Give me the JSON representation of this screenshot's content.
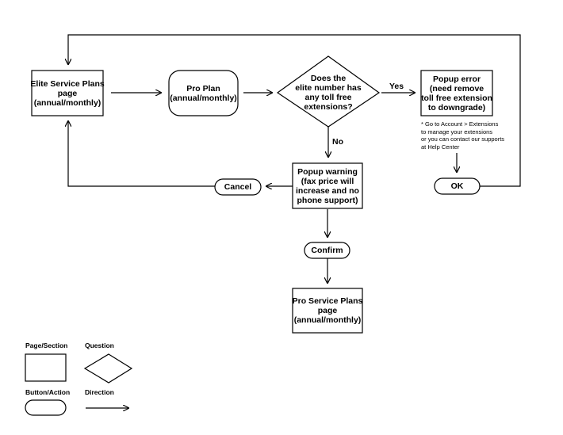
{
  "nodes": {
    "elite_page": [
      "Elite Service Plans",
      "page",
      "(annual/monthly)"
    ],
    "pro_plan": [
      "Pro Plan",
      "(annual/monthly)"
    ],
    "question": [
      "Does the",
      "elite number has",
      "any toll free",
      "extensions?"
    ],
    "popup_error": [
      "Popup error",
      "(need remove",
      "toll free extension",
      "to downgrade)"
    ],
    "popup_warning": [
      "Popup warning",
      "(fax price will",
      "increase and no",
      "phone support)"
    ],
    "cancel": [
      "Cancel"
    ],
    "ok": [
      "OK"
    ],
    "confirm": [
      "Confirm"
    ],
    "pro_page": [
      "Pro Service Plans",
      "page",
      "(annual/monthly)"
    ]
  },
  "note": [
    "* Go to Account > Extensions",
    "to manage your extensions",
    "or you can contact our supports",
    "at Help Center"
  ],
  "edge_labels": {
    "yes": "Yes",
    "no": "No"
  },
  "legend": {
    "page_section": "Page/Section",
    "question": "Question",
    "button_action": "Button/Action",
    "direction": "Direction"
  }
}
